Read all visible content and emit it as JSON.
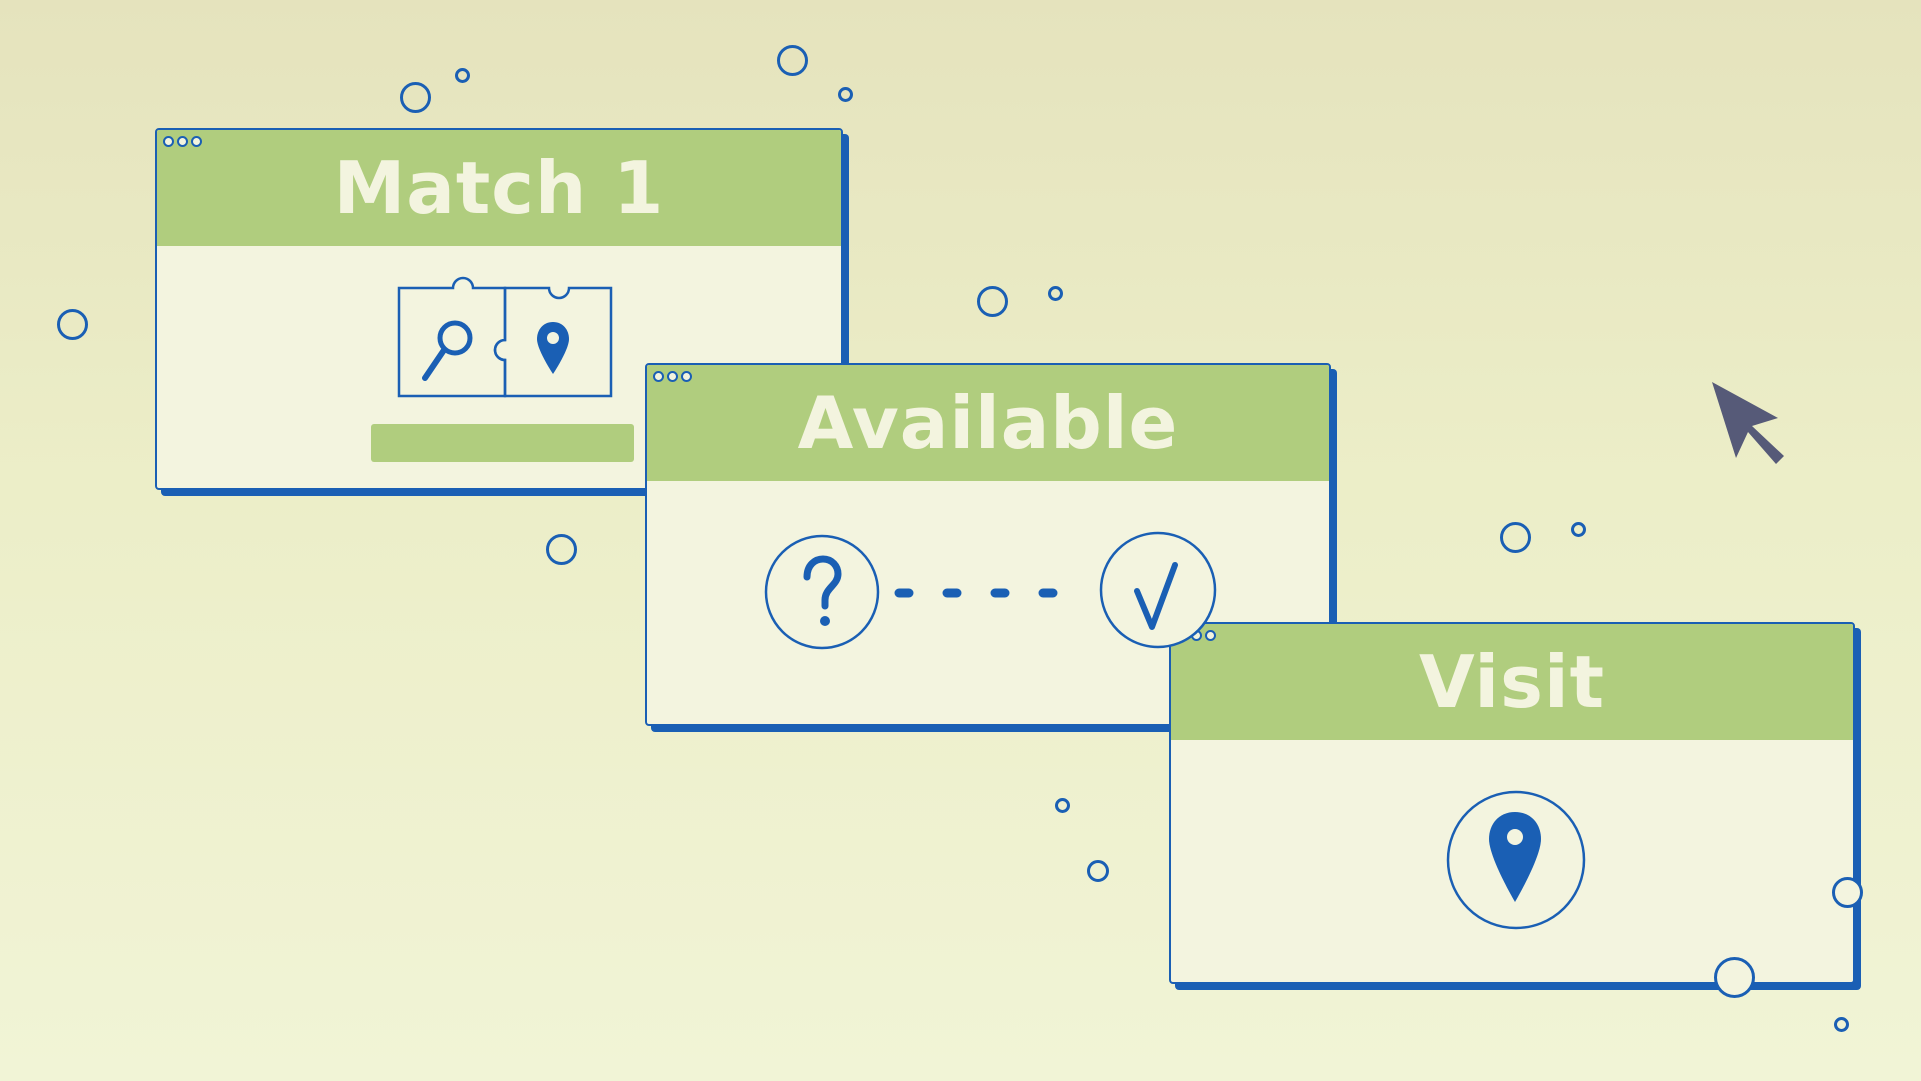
{
  "windows": [
    {
      "title": "Match 1"
    },
    {
      "title": "Available"
    },
    {
      "title": "Visit"
    }
  ],
  "colors": {
    "background_top": "#e5e3bd",
    "background_bottom": "#f1f4d6",
    "header_green": "#b0cd7e",
    "panel_cream": "#f3f4df",
    "accent_blue": "#1a5fb4",
    "cursor_gray": "#565a78"
  },
  "icons": {
    "match": [
      "puzzle-icon",
      "magnifier-icon",
      "location-pin-icon"
    ],
    "available": [
      "question-icon",
      "dashed-connector",
      "check-icon"
    ],
    "visit": [
      "location-pin-icon"
    ],
    "cursor": "mouse-pointer-icon"
  }
}
